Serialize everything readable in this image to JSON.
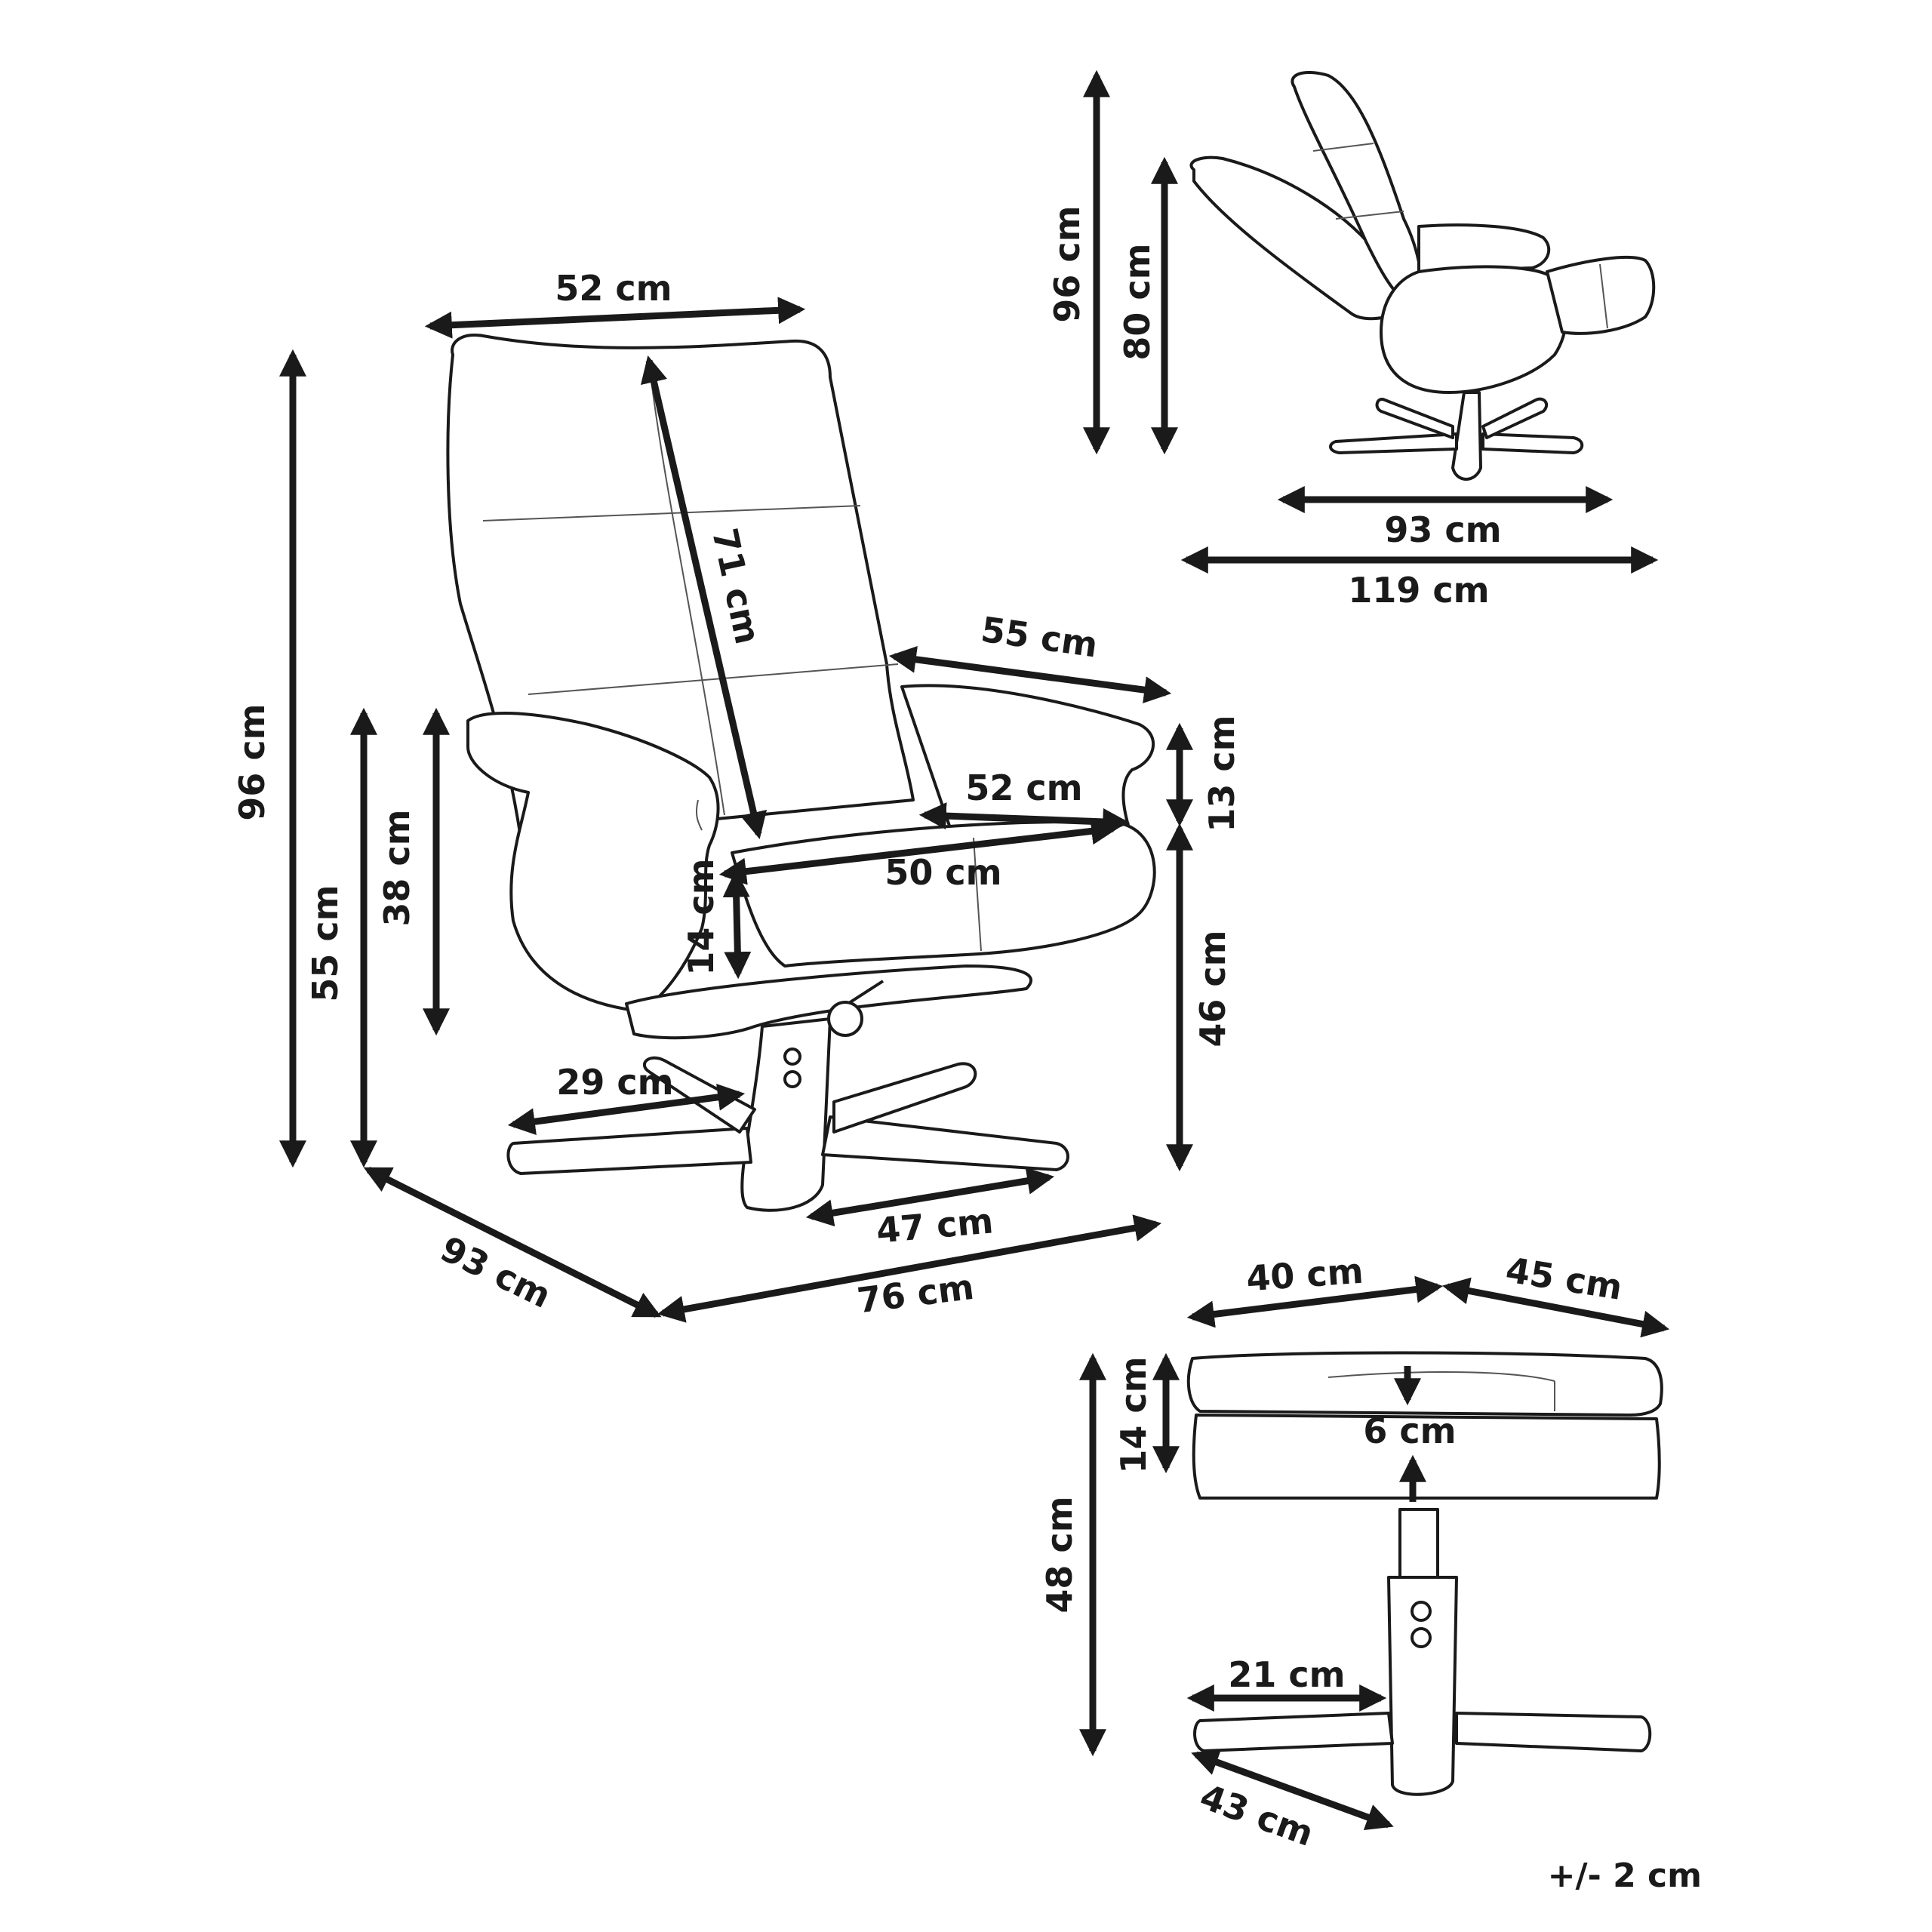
{
  "colors": {
    "ink": "#1a1a1a",
    "background": "#ffffff"
  },
  "chair": {
    "dims": {
      "top_width": "52 cm",
      "total_height": "96 cm",
      "arm_height": "55 cm",
      "seat_to_arm": "38 cm",
      "back_height": "71 cm",
      "arm_length": "55 cm",
      "seat_width": "52 cm",
      "seat_depth": "50 cm",
      "seat_thickness": "14 cm",
      "arm_thickness": "13 cm",
      "seat_height": "46 cm",
      "leg_inner": "29 cm",
      "leg_span": "47 cm",
      "depth": "93 cm",
      "width": "76 cm"
    }
  },
  "recline": {
    "dims": {
      "height_upright": "96 cm",
      "height_reclined": "80 cm",
      "depth_upright": "93 cm",
      "depth_reclined": "119 cm"
    }
  },
  "ottoman": {
    "dims": {
      "width": "40 cm",
      "depth": "45 cm",
      "cushion": "14 cm",
      "inner": "6 cm",
      "height": "48 cm",
      "leg": "21 cm",
      "base": "43 cm"
    }
  },
  "tolerance": "+/- 2 cm"
}
